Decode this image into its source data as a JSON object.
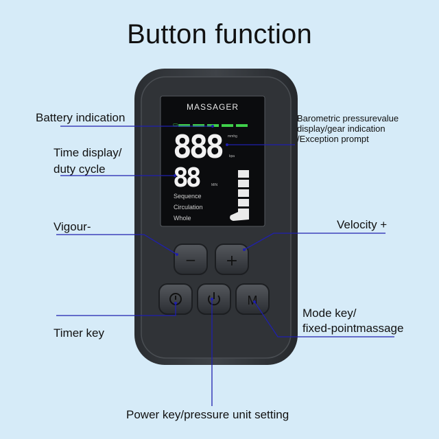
{
  "title": "Button function",
  "device": {
    "brand": "MASSAGER",
    "battery_mark": "▭",
    "pressure_digits": "888",
    "pressure_unit_1": "mmhg",
    "pressure_unit_2": "kpa",
    "time_digits": "88",
    "time_unit": "MIN",
    "modes": [
      "Sequence",
      "Circulation",
      "Whole"
    ],
    "buttons": {
      "minus": "−",
      "plus": "+",
      "mode": "M"
    }
  },
  "labels": {
    "battery": "Battery indication",
    "time_line1": "Time display/",
    "time_line2": "duty cycle",
    "vigour": "Vigour-",
    "timer": "Timer key",
    "power": "Power key/pressure unit setting",
    "barometric_line1": "Barometric pressurevalue",
    "barometric_line2": "display/gear indication",
    "barometric_line3": "/Exception prompt",
    "velocity": "Velocity +",
    "mode_line1": "Mode key/",
    "mode_line2": "fixed-pointmassage"
  },
  "colors": {
    "background": "#d6ebf8",
    "leader": "#1f1fae",
    "screen_green": "#3fd04a"
  }
}
